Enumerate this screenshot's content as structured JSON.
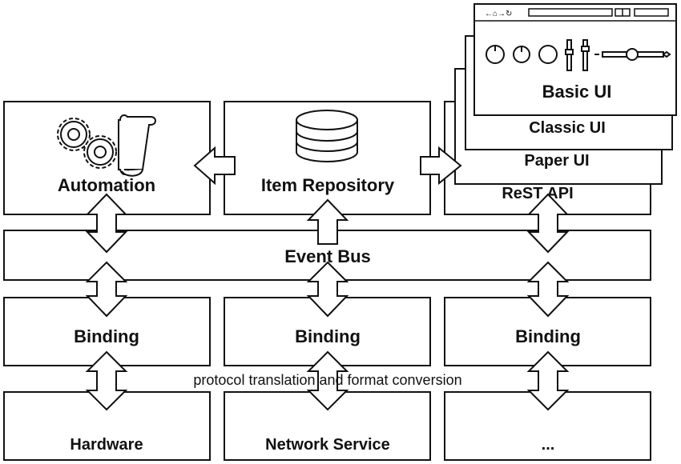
{
  "blocks": {
    "automation": "Automation",
    "item_repository": "Item Repository",
    "rest_api": "ReST API",
    "event_bus": "Event Bus",
    "binding_left": "Binding",
    "binding_middle": "Binding",
    "binding_right": "Binding",
    "hardware": "Hardware",
    "network_service": "Network Service",
    "ellipsis": "..."
  },
  "ui_stack": [
    "Paper UI",
    "Classic UI",
    "Basic UI"
  ],
  "annotation": "protocol translation and format conversion",
  "icons": {
    "automation": "gears-and-scroll-icon",
    "repository": "database-icon",
    "browser": "browser-window-icon"
  },
  "colors": {
    "stroke": "#111111",
    "fill": "#ffffff"
  }
}
